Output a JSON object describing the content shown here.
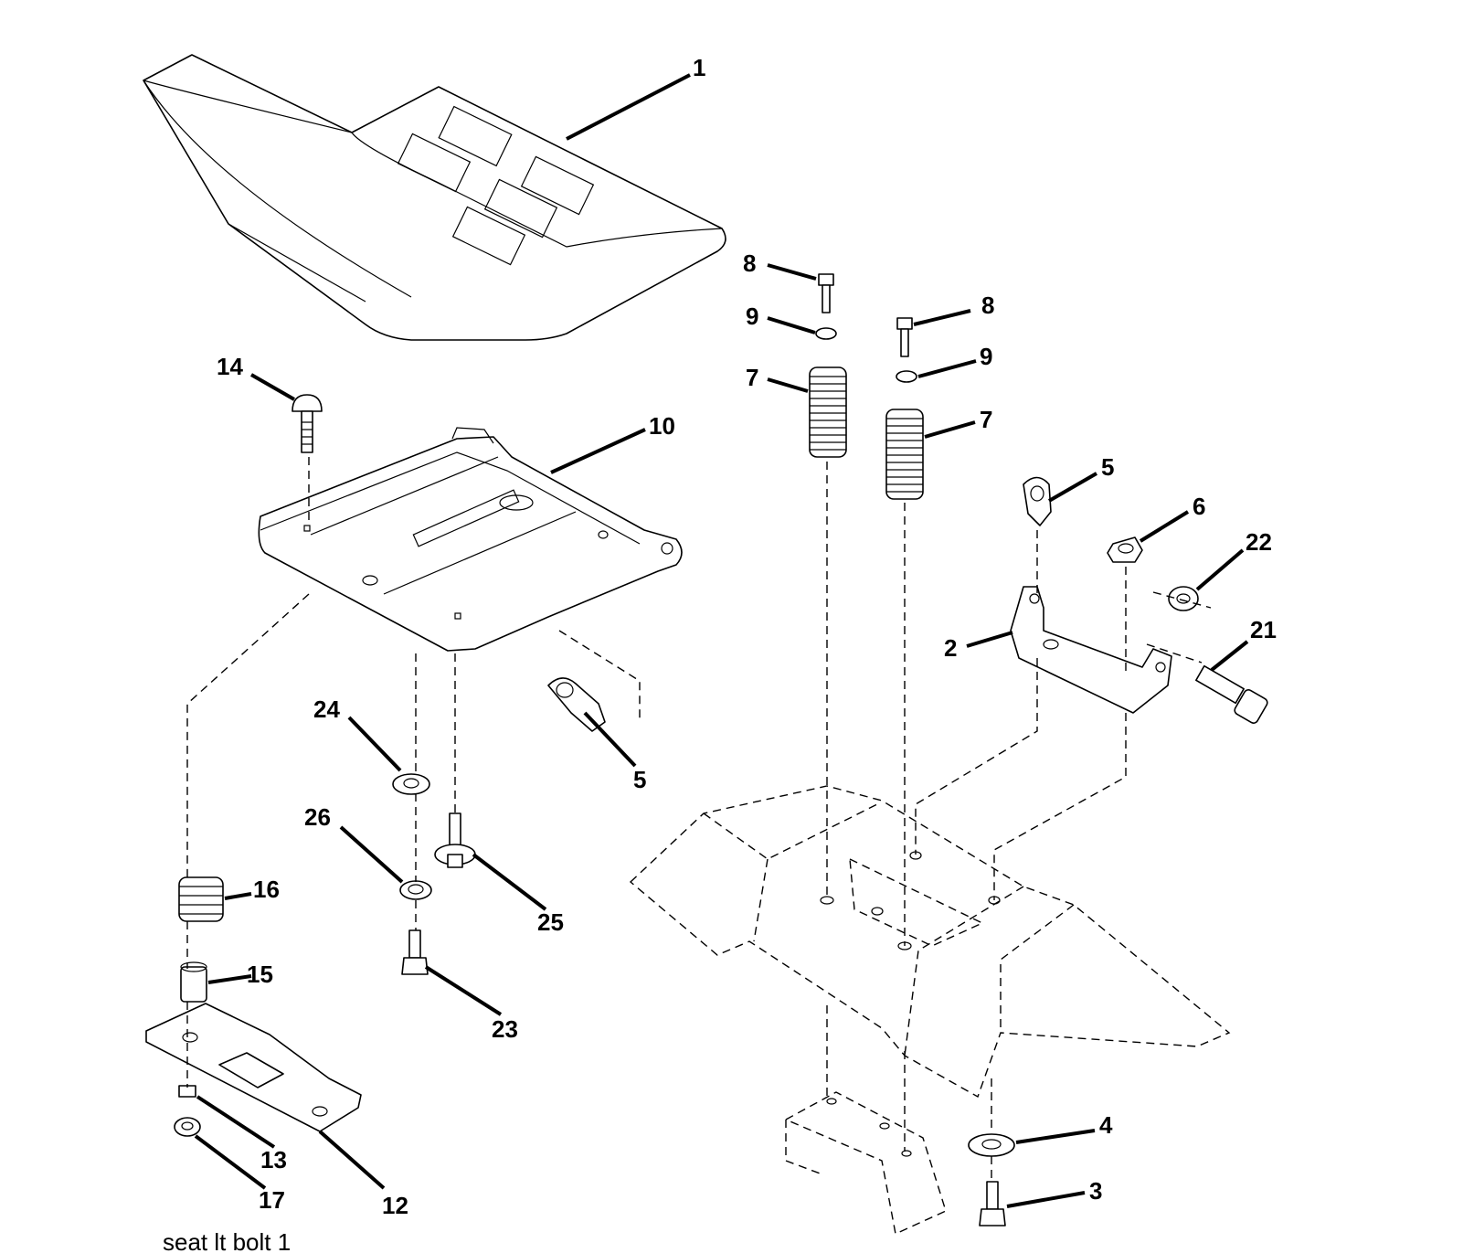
{
  "caption": "seat  lt bolt  1",
  "callouts": [
    {
      "id": "c1",
      "label": "1"
    },
    {
      "id": "c8a",
      "label": "8"
    },
    {
      "id": "c8b",
      "label": "8"
    },
    {
      "id": "c9a",
      "label": "9"
    },
    {
      "id": "c9b",
      "label": "9"
    },
    {
      "id": "c7a",
      "label": "7"
    },
    {
      "id": "c7b",
      "label": "7"
    },
    {
      "id": "c14",
      "label": "14"
    },
    {
      "id": "c10",
      "label": "10"
    },
    {
      "id": "c5a",
      "label": "5"
    },
    {
      "id": "c5b",
      "label": "5"
    },
    {
      "id": "c6",
      "label": "6"
    },
    {
      "id": "c22",
      "label": "22"
    },
    {
      "id": "c21",
      "label": "21"
    },
    {
      "id": "c2",
      "label": "2"
    },
    {
      "id": "c24",
      "label": "24"
    },
    {
      "id": "c26",
      "label": "26"
    },
    {
      "id": "c25",
      "label": "25"
    },
    {
      "id": "c16",
      "label": "16"
    },
    {
      "id": "c15",
      "label": "15"
    },
    {
      "id": "c23",
      "label": "23"
    },
    {
      "id": "c13",
      "label": "13"
    },
    {
      "id": "c17",
      "label": "17"
    },
    {
      "id": "c12",
      "label": "12"
    },
    {
      "id": "c4",
      "label": "4"
    },
    {
      "id": "c3",
      "label": "3"
    }
  ]
}
